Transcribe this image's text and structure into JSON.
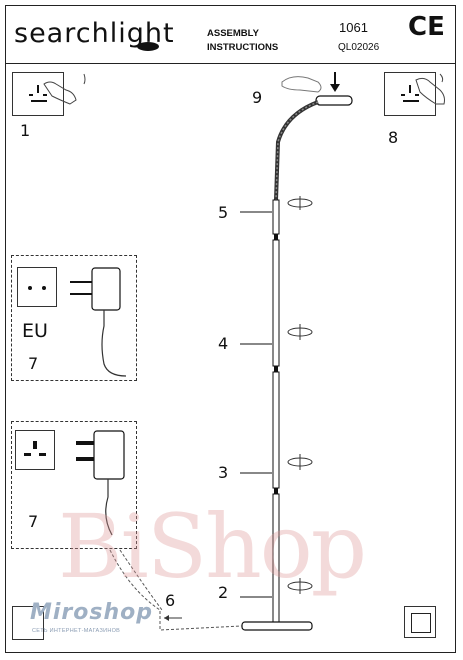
{
  "header": {
    "brand": "searchlight",
    "title_line1": "ASSEMBLY",
    "title_line2": "INSTRUCTIONS",
    "product_code": "1061",
    "model_code": "QL02026",
    "mark": "CE"
  },
  "steps": {
    "s1": "1",
    "s2": "2",
    "s3": "3",
    "s4": "4",
    "s5": "5",
    "s6": "6",
    "s7a": "7",
    "s7b": "7",
    "s8": "8",
    "s9": "9"
  },
  "plug_label": "EU",
  "watermark": {
    "brand": "Miroshop",
    "tagline": "СЕТЬ ИНТЕРНЕТ-МАГАЗИНОВ",
    "overlay": "BiShop"
  },
  "colors": {
    "line": "#222222",
    "watermark": "#9fb0c4"
  }
}
